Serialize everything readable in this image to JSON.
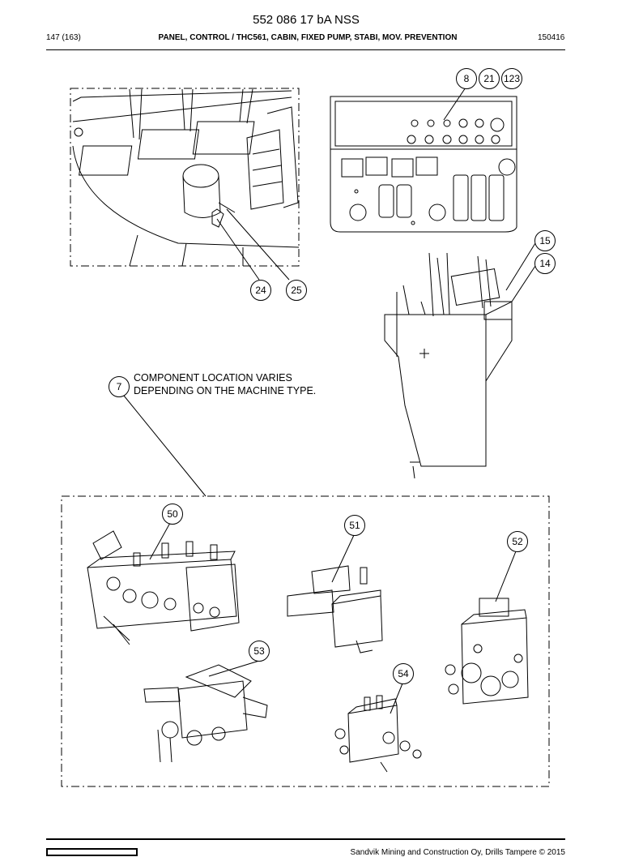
{
  "header": {
    "doc_number": "552 086 17 bA NSS",
    "page": "147 (163)",
    "description": "PANEL, CONTROL / THC561, CABIN, FIXED PUMP, STABI, MOV. PREVENTION",
    "code": "150416"
  },
  "note": {
    "line1": "COMPONENT LOCATION VARIES",
    "line2": "DEPENDING ON THE MACHINE TYPE."
  },
  "callouts": [
    "8",
    "21",
    "123",
    "15",
    "14",
    "24",
    "25",
    "7",
    "50",
    "51",
    "52",
    "53",
    "54"
  ],
  "footer": {
    "copyright": "Sandvik Mining and Construction Oy, Drills Tampere © 2015"
  }
}
